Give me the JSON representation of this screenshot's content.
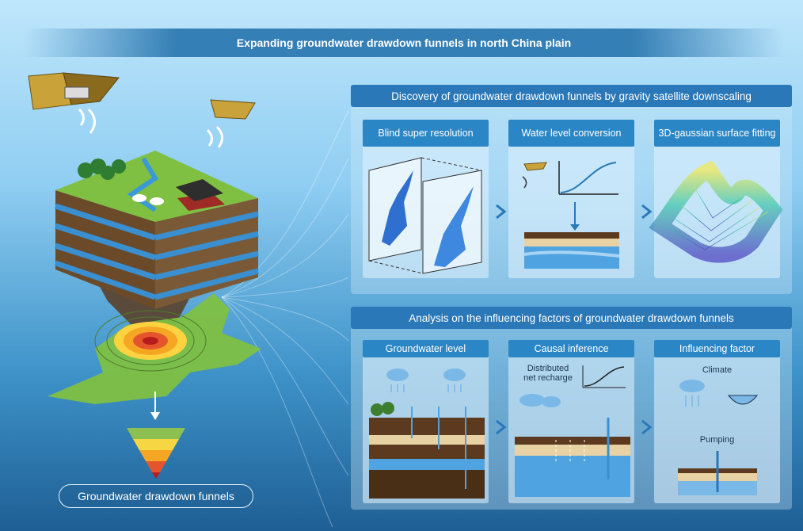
{
  "title": "Expanding groundwater drawdown funnels in north China plain",
  "left": {
    "pill_label": "Groundwater drawdown funnels"
  },
  "panel_top": {
    "heading": "Discovery of groundwater drawdown funnels by gravity satellite downscaling",
    "cards": [
      {
        "title": "Blind super resolution"
      },
      {
        "title": "Water level conversion"
      },
      {
        "title": "3D-gaussian surface fitting"
      }
    ]
  },
  "panel_bottom": {
    "heading": "Analysis on the influencing factors of groundwater drawdown funnels",
    "cards": [
      {
        "title": "Groundwater level"
      },
      {
        "title": "Causal inference",
        "label": "Distributed net recharge"
      },
      {
        "title": "Influencing factor",
        "label_climate": "Climate",
        "label_pumping": "Pumping"
      }
    ]
  },
  "colors": {
    "panel_head": "#2a78b7",
    "card_head": "#2b86c5",
    "accent": "#e8f4fc"
  }
}
